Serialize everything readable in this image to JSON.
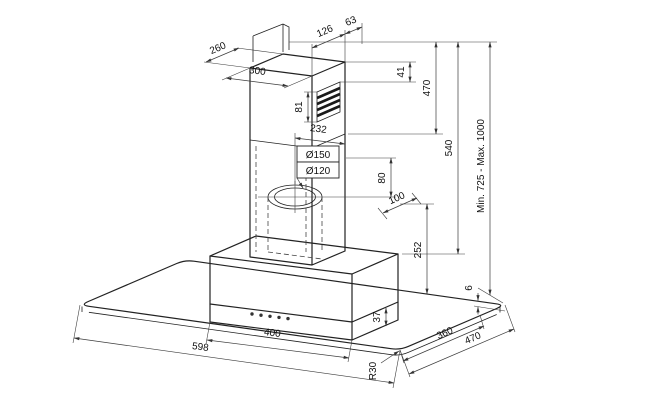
{
  "drawing": {
    "kind": "isometric dimension drawing",
    "subject": "wall-mounted chimney cooker hood"
  },
  "dims": {
    "bracket_depth": "260",
    "chimney_width": "300",
    "top_offset_inner": "126",
    "top_offset_outer": "63",
    "grille_top_offset": "41",
    "chimney_height": "470",
    "grille_height": "81",
    "duct_setback": "232",
    "outlet_outer_dia": "Ø150",
    "outlet_inner_dia": "Ø120",
    "duct_rise": "80",
    "duct_offset": "100",
    "upper_height": "540",
    "height_range": "Min. 725 - Max. 1000",
    "body_height": "252",
    "glass_thickness": "6",
    "panel_height": "37",
    "body_width": "400",
    "hood_width": "598",
    "corner_radius": "R30",
    "glass_depth": "360",
    "hood_depth": "470"
  }
}
